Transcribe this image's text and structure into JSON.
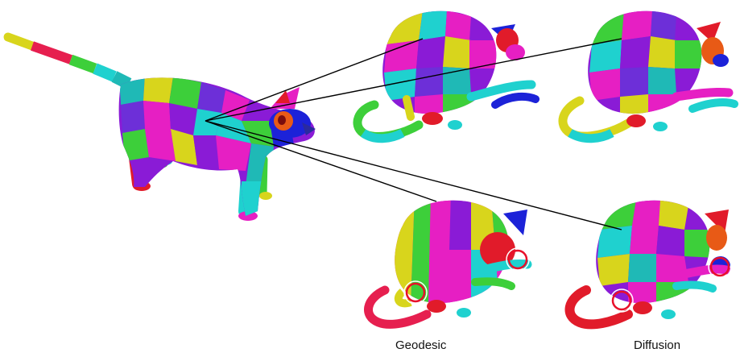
{
  "captions": {
    "geodesic": "Geodesic",
    "diffusion": "Diffusion"
  },
  "palette": {
    "magenta": "#e61fc3",
    "purple": "#8a1bd6",
    "violet": "#6d2fd8",
    "cyan": "#1fd1cf",
    "teal": "#1fb9b6",
    "green": "#3dcf3a",
    "yellow": "#d8d51c",
    "red": "#e11b2a",
    "blue": "#1c22d8",
    "pink": "#e8337a",
    "orange": "#e85a16",
    "highlight_ring": "#e8102a",
    "connector_line": "#000000"
  },
  "figure": {
    "main_model": "cat-mesh-segmented-full-view",
    "detail_views": [
      "cat-crouched-top-left",
      "cat-crouched-top-right",
      "cat-crouched-geodesic",
      "cat-crouched-diffusion"
    ],
    "highlighted_regions": 4
  }
}
